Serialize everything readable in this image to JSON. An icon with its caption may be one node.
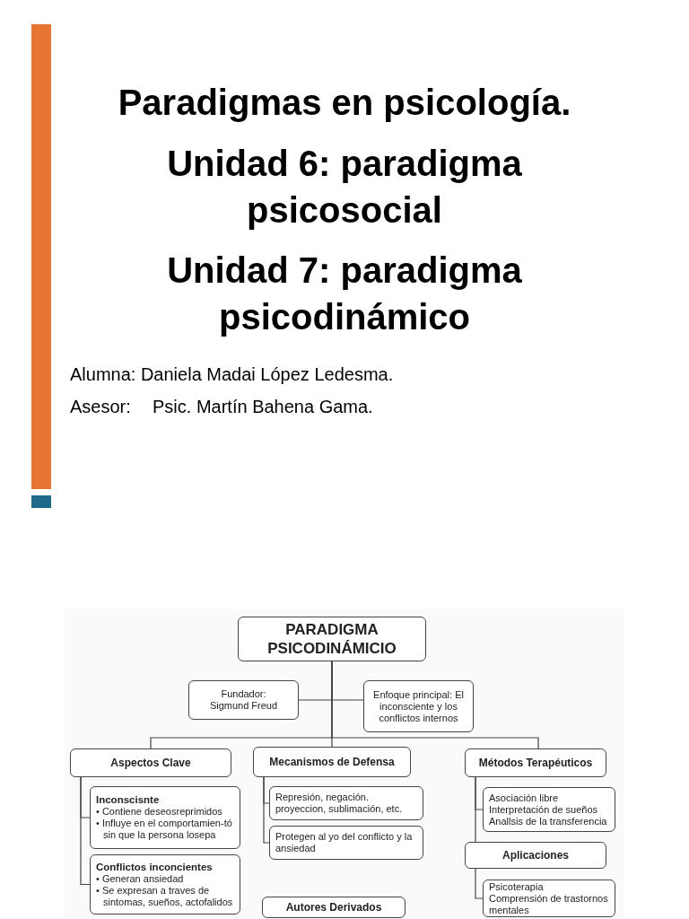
{
  "diagram": {
    "title": "Paradigmas en psicología.",
    "nodes": [
      {
        "text": [
          "PARADIGMA PSICODINÁMICIO"
        ]
      },
      {
        "text": [
          "Fundador: Sigmund Freud"
        ]
      },
      {
        "text": [
          "Enfoque principal: El inconsciente y los conflictos internos"
        ]
      },
      {
        "text": [
          "Aspectos Clave"
        ]
      },
      {
        "text": [
          "Inconscisnte",
          "• Contiene deseosreprimidos",
          "• Influye en el comportamien-tó sin que la persona losepa"
        ]
      },
      {
        "text": [
          "Conflictos inconcientes",
          "• Generan ansiedad",
          "• Se expresan a traves de sintomas, sueños, actofalidos"
        ]
      },
      {
        "text": [
          "Mecanismos de Defensa"
        ]
      },
      {
        "text": [
          "Represión, negación. proyeccion, sublimación, etc."
        ]
      },
      {
        "text": [
          "Protegen al yo del conflicto y la ansiedad"
        ]
      },
      {
        "text": [
          "Autores Derivados"
        ]
      },
      {
        "text": [
          "Métodos Terapéuticos"
        ]
      },
      {
        "text": [
          "Asociación libre",
          "Interpretación de sueños",
          "Anallsis de la transferencia"
        ]
      },
      {
        "text": [
          "Aplicaciones"
        ]
      },
      {
        "text": [
          "Psicoterapia",
          "Comprensión de trastornos mentales"
        ]
      }
    ],
    "edges": [
      {
        "from": 0,
        "to": 1,
        "arrow": "none"
      },
      {
        "from": 0,
        "to": 2,
        "arrow": "none"
      },
      {
        "from": 0,
        "to": 3,
        "arrow": "none"
      },
      {
        "from": 0,
        "to": 6,
        "arrow": "none"
      },
      {
        "from": 0,
        "to": 10,
        "arrow": "none"
      },
      {
        "from": 3,
        "to": 4,
        "arrow": "none"
      },
      {
        "from": 3,
        "to": 5,
        "arrow": "none"
      },
      {
        "from": 6,
        "to": 7,
        "arrow": "none"
      },
      {
        "from": 6,
        "to": 8,
        "arrow": "none"
      },
      {
        "from": 10,
        "to": 11,
        "arrow": "none"
      },
      {
        "from": 10,
        "to": 12,
        "arrow": "none"
      },
      {
        "from": 12,
        "to": 13,
        "arrow": "none"
      }
    ],
    "labels": [
      "Unidad 6: paradigma psicosocial",
      "Unidad 7: paradigma psicodinámico",
      "Alumna: Daniela Madai López Ledesma.",
      "Asesor:",
      "Psic. Martín Bahena Gama."
    ]
  }
}
